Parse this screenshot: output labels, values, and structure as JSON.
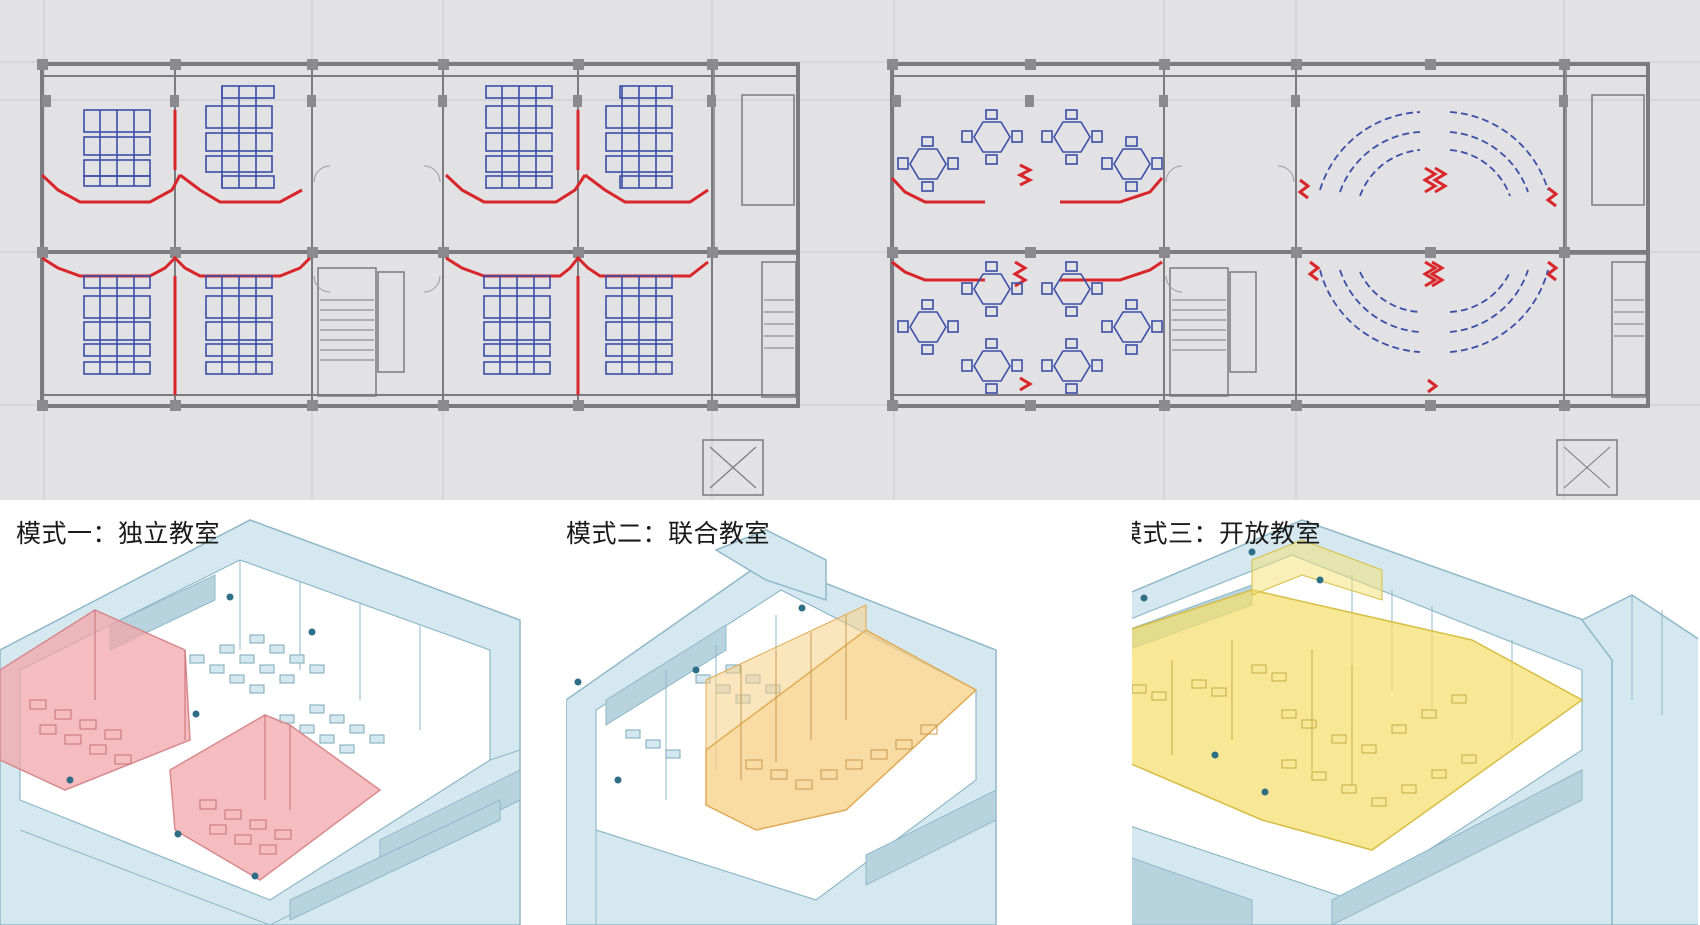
{
  "captions": {
    "mode1": "模式一：独立教室",
    "mode2": "模式二：联合教室",
    "mode3": "模式三：开放教室"
  },
  "colors": {
    "plan_bg": "#e2e2e5",
    "wall": "#7b7b80",
    "partition": "#d8262a",
    "furniture": "#3a4ea8",
    "axon_line": "#8fb8c8",
    "axon_fill": "#d6e8ef",
    "highlight_red": "#f2a7a9",
    "highlight_orange": "#f7cf86",
    "highlight_yellow": "#f5df6e"
  },
  "icons": [
    "stair-icon",
    "elevator-icon",
    "toilet-icon"
  ]
}
